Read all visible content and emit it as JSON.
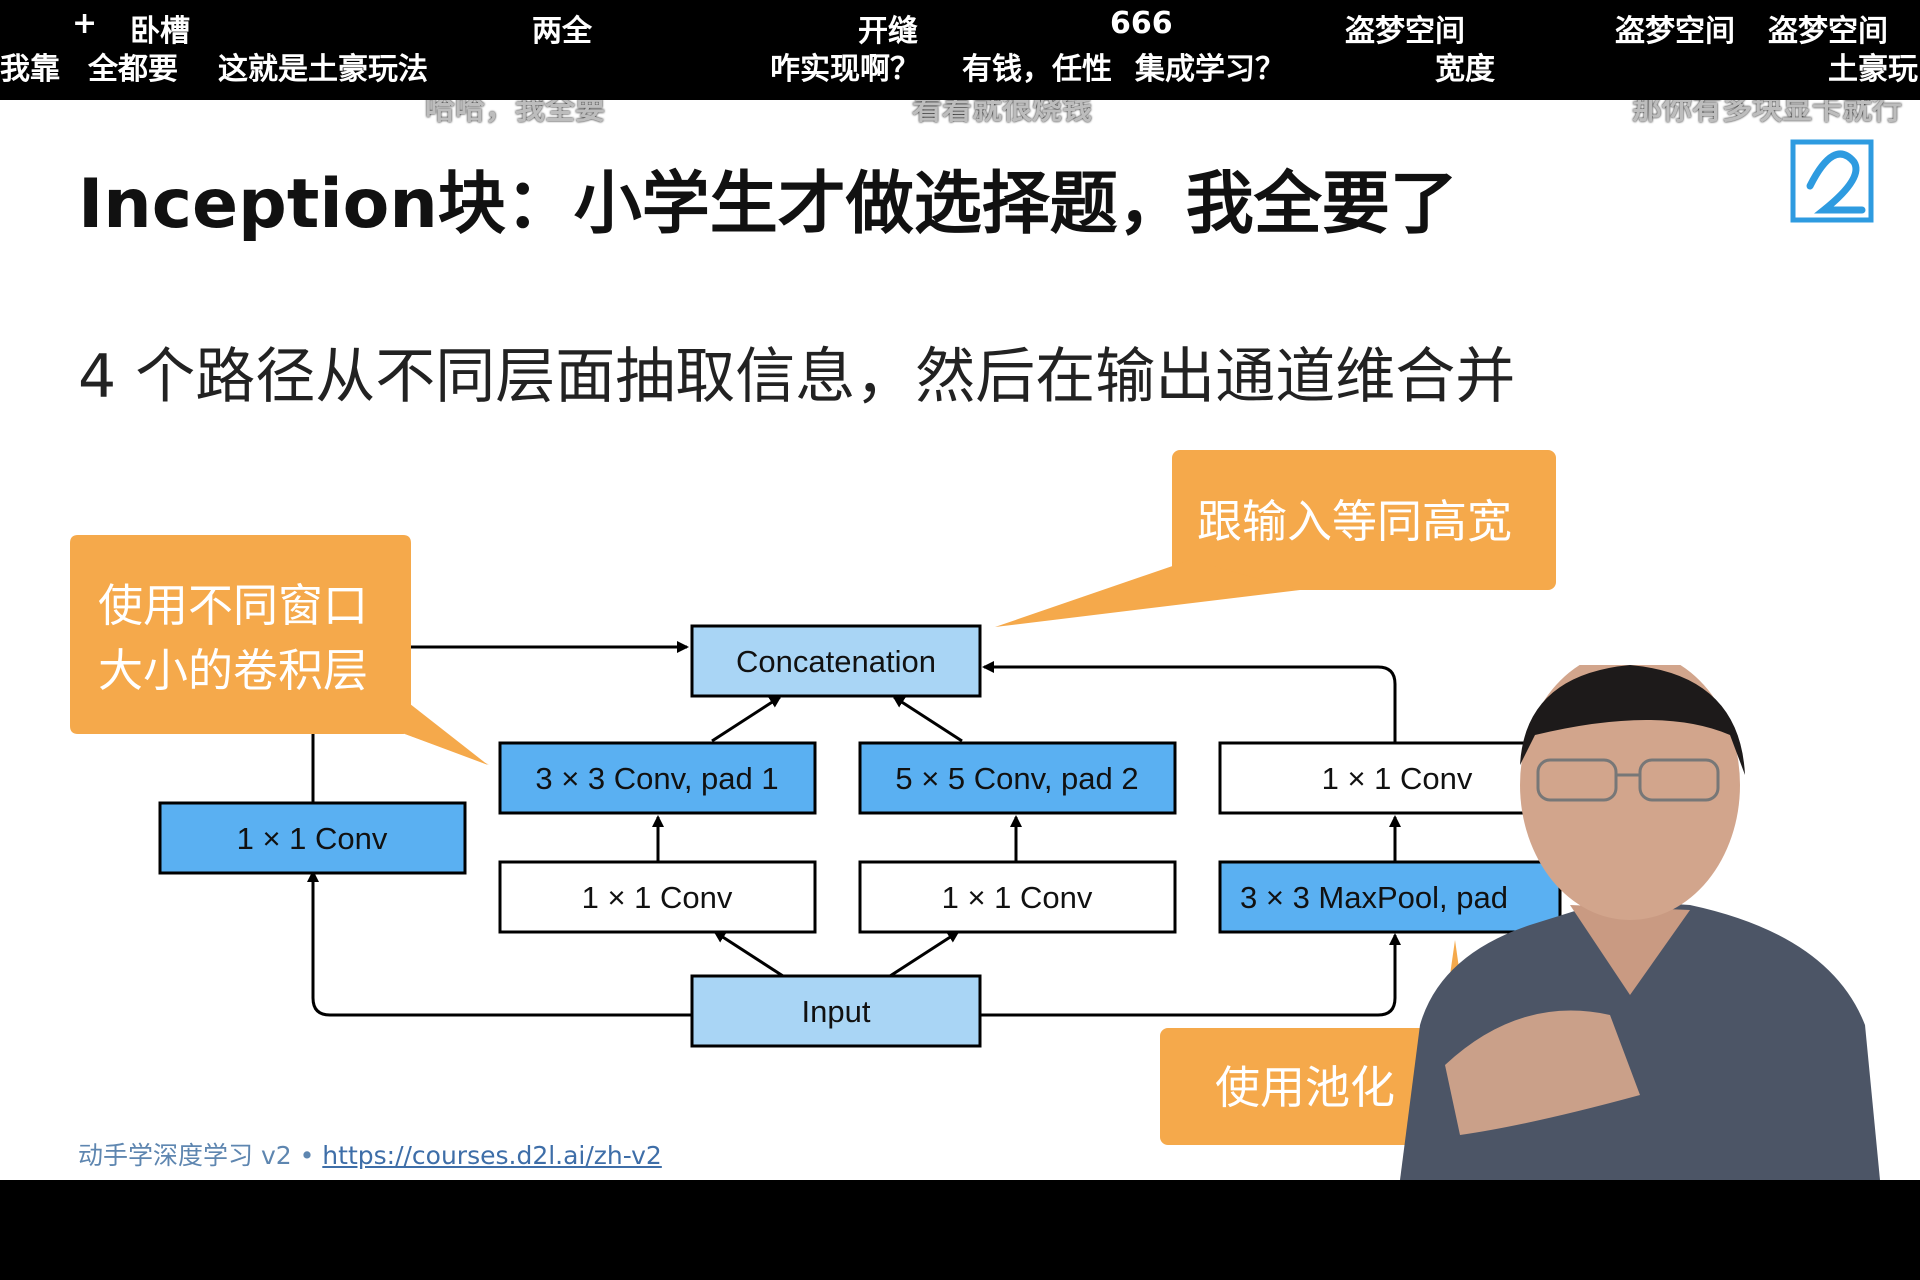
{
  "danmaku": {
    "row1": [
      "+",
      "卧槽",
      "两全",
      "开缝",
      "666",
      "盗梦空间",
      "盗梦空间",
      "盗梦空间"
    ],
    "row2": [
      "我靠",
      "全都要",
      "这就是土豪玩法",
      "咋实现啊？",
      "有钱，任性",
      "集成学习？",
      "宽度",
      "土豪玩"
    ],
    "row3": [
      "哈哈，我全要",
      "看着就很烧钱",
      "那你有多块显卡就行"
    ]
  },
  "slide": {
    "title": "Inception块：小学生才做选择题，我全要了",
    "subtitle": "4 个路径从不同层面抽取信息，然后在输出通道维合并"
  },
  "diagram": {
    "concat": "Concatenation",
    "input": "Input",
    "path1": "1 × 1 Conv",
    "path2_top": "3 × 3 Conv, pad 1",
    "path2_bottom": "1 × 1 Conv",
    "path3_top": "5 × 5 Conv, pad 2",
    "path3_bottom": "1 × 1 Conv",
    "path4_top": "1 × 1 Conv",
    "path4_bottom": "3 × 3 MaxPool, pad"
  },
  "callouts": {
    "left_line1": "使用不同窗口",
    "left_line2": "大小的卷积层",
    "right": "跟输入等同高宽",
    "bottom": "使用池化"
  },
  "footer": {
    "book": "动手学深度学习 v2 • ",
    "url": "https://courses.d2l.ai/zh-v2"
  },
  "colors": {
    "blue_box": "#5ab0f2",
    "light_blue_box": "#a9d5f5",
    "callout_orange": "#f5a94b",
    "slide_bg": "#ffffff"
  }
}
